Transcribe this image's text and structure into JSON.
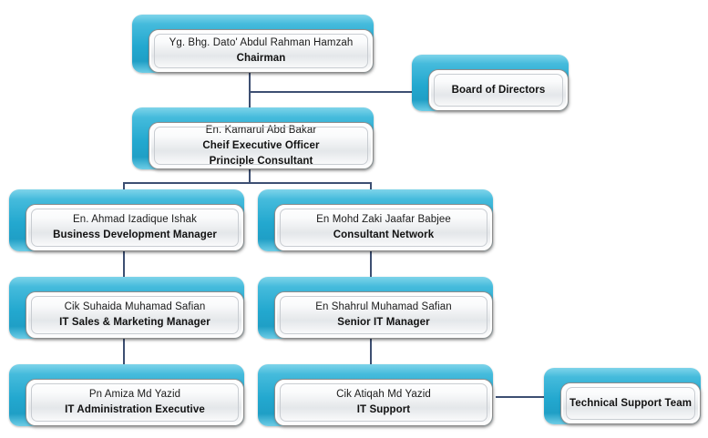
{
  "chart": {
    "type": "org-chart",
    "title": "Organization Chart",
    "colors": {
      "node_accent": "#23a8cf",
      "node_accent_light": "#7fd4ea",
      "node_face": "#f2f4f6",
      "connector": "#3d4f72",
      "text": "#1a1a1a",
      "background": "#ffffff"
    },
    "nodes": [
      {
        "id": "chairman",
        "name": "Yg. Bhg. Dato' Abdul  Rahman Hamzah",
        "title": "Chairman"
      },
      {
        "id": "board",
        "name": "",
        "title": "Board of Directors"
      },
      {
        "id": "ceo",
        "name": "En. Kamarul Abd  Bakar",
        "title": "Cheif Executive Officer",
        "title2": "Principle Consultant"
      },
      {
        "id": "bdm",
        "name": "En. Ahmad  Izadique  Ishak",
        "title": "Business Development Manager"
      },
      {
        "id": "consultant-network",
        "name": "En Mohd  Zaki Jaafar Babjee",
        "title": "Consultant Network"
      },
      {
        "id": "it-sales-marketing",
        "name": "Cik Suhaida  Muhamad  Safian",
        "title": "IT Sales & Marketing Manager"
      },
      {
        "id": "senior-it-manager",
        "name": "En Shahrul  Muhamad  Safian",
        "title": "Senior IT Manager"
      },
      {
        "id": "it-admin-exec",
        "name": "Pn Amiza  Md Yazid",
        "title": "IT Administration  Executive"
      },
      {
        "id": "it-support",
        "name": "Cik Atiqah Md  Yazid",
        "title": "IT Support"
      },
      {
        "id": "tech-support-team",
        "name": "",
        "title": "Technical Support Team"
      }
    ],
    "edges": [
      {
        "from": "chairman",
        "to": "board",
        "style": "elbow-right"
      },
      {
        "from": "chairman",
        "to": "ceo",
        "style": "vertical"
      },
      {
        "from": "ceo",
        "to": "bdm",
        "style": "split-left"
      },
      {
        "from": "ceo",
        "to": "consultant-network",
        "style": "split-right"
      },
      {
        "from": "bdm",
        "to": "it-sales-marketing",
        "style": "vertical"
      },
      {
        "from": "consultant-network",
        "to": "senior-it-manager",
        "style": "vertical"
      },
      {
        "from": "it-sales-marketing",
        "to": "it-admin-exec",
        "style": "vertical"
      },
      {
        "from": "senior-it-manager",
        "to": "it-support",
        "style": "vertical"
      },
      {
        "from": "it-support",
        "to": "tech-support-team",
        "style": "horizontal-right"
      }
    ]
  }
}
